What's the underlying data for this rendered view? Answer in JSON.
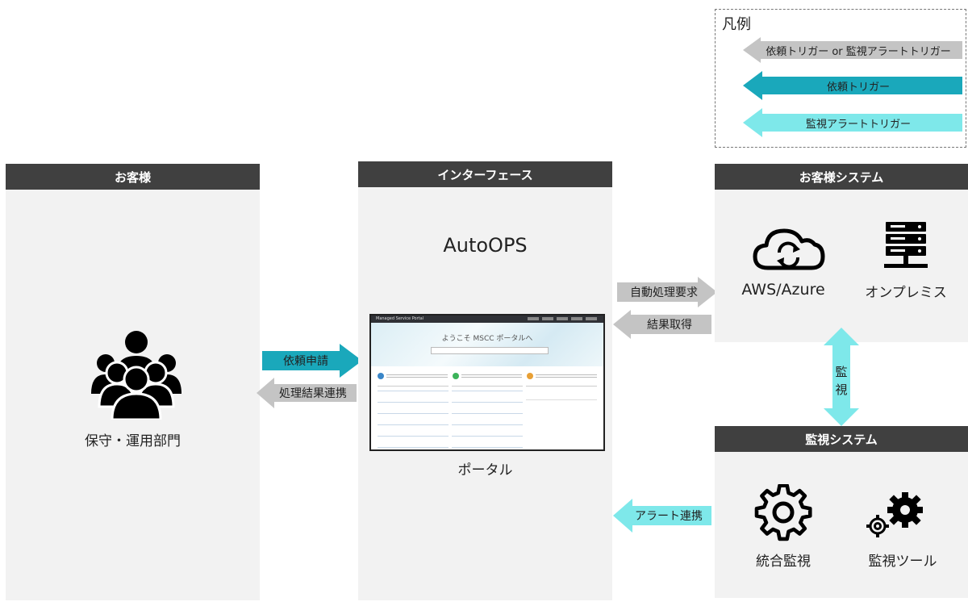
{
  "legend": {
    "title": "凡例",
    "items": [
      {
        "label": "依頼トリガー or 監視アラートトリガー",
        "color": "#c4c4c4"
      },
      {
        "label": "依頼トリガー",
        "color": "#1aa8bb"
      },
      {
        "label": "監視アラートトリガー",
        "color": "#7ee8ea"
      }
    ]
  },
  "customer": {
    "header": "お客様",
    "icon": "people-group-icon",
    "label": "保守・運用部門"
  },
  "interface": {
    "header": "インターフェース",
    "product": "AutoOPS",
    "portal_label": "ポータル",
    "portal_screenshot": {
      "nav_title": "Managed Service Portal",
      "welcome": "ようこそ MSCC ポータルへ"
    }
  },
  "customer_system": {
    "header": "お客様システム",
    "items": [
      {
        "icon": "cloud-sync-icon",
        "label": "AWS/Azure"
      },
      {
        "icon": "server-icon",
        "label": "オンプレミス"
      }
    ]
  },
  "monitoring_system": {
    "header": "監視システム",
    "items": [
      {
        "icon": "gear-icon",
        "label": "統合監視"
      },
      {
        "icon": "gears-icon",
        "label": "監視ツール"
      }
    ]
  },
  "arrows": {
    "request": "依頼申請",
    "result_link": "処理結果連携",
    "auto_request": "自動処理要求",
    "result_fetch": "結果取得",
    "monitor": "監視",
    "alert_link": "アラート連携"
  },
  "colors": {
    "gray_arrow": "#c4c4c4",
    "teal_arrow": "#1aa8bb",
    "light_arrow": "#7ee8ea",
    "header_bg": "#404040",
    "panel_bg": "#f2f2f2"
  }
}
